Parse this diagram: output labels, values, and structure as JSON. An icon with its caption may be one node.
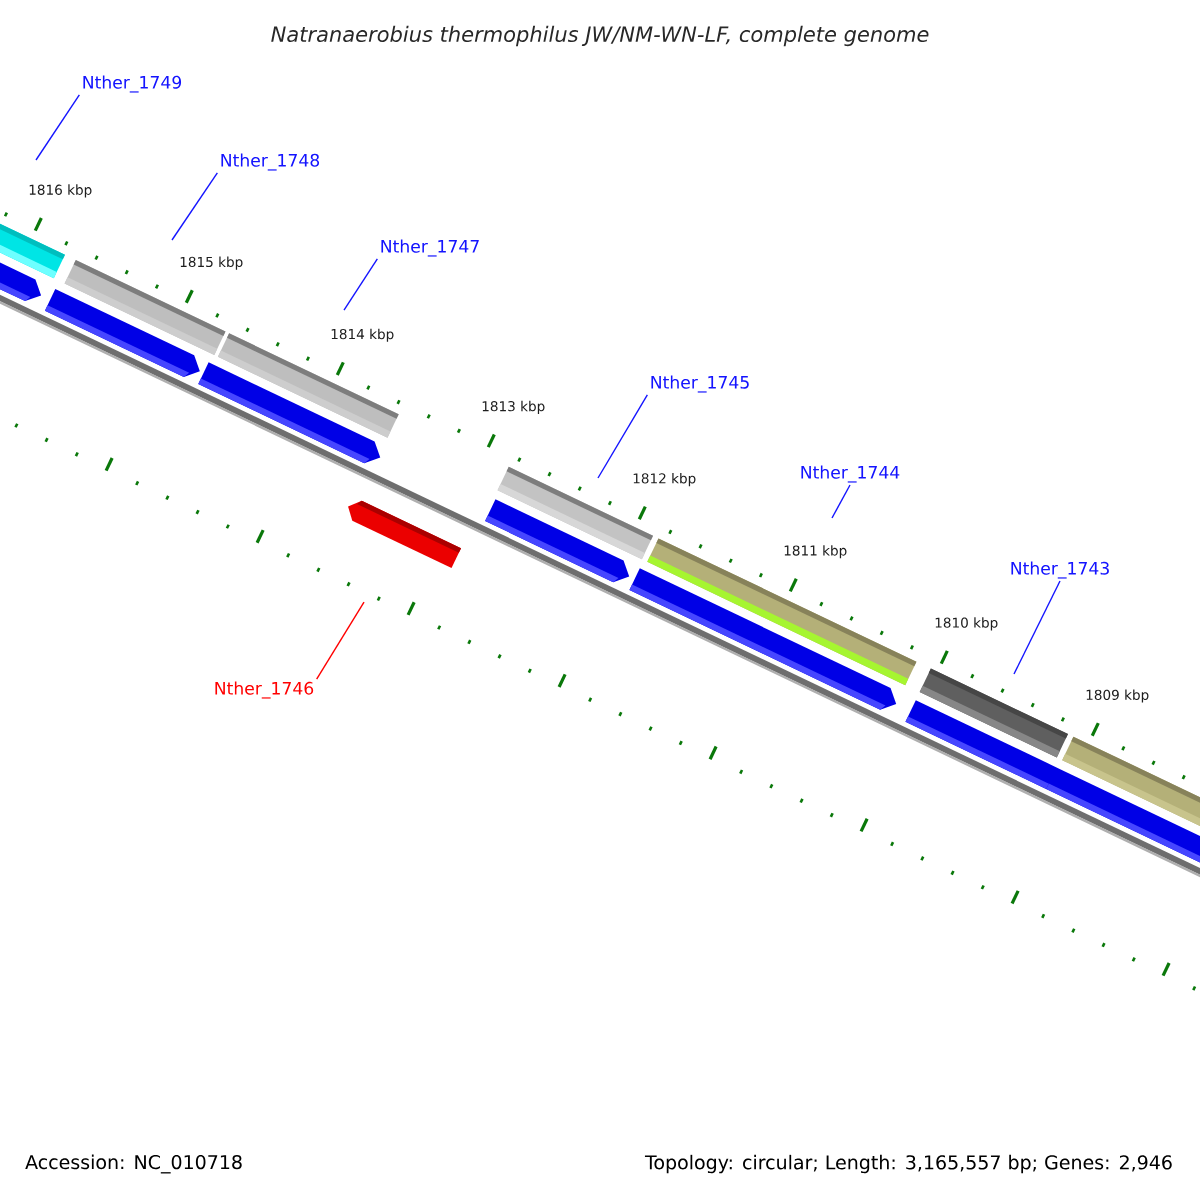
{
  "diagram": {
    "title": "Natranaerobius thermophilus JW/NM-WN-LF, complete genome",
    "nodes": [
      {
        "text": [
          "Nther_1749"
        ]
      },
      {
        "text": [
          "Nther_1748"
        ]
      },
      {
        "text": [
          "Nther_1747"
        ]
      },
      {
        "text": [
          "Nther_1745"
        ]
      },
      {
        "text": [
          "Nther_1744"
        ]
      },
      {
        "text": [
          "Nther_1743"
        ]
      },
      {
        "text": [
          "Nther_1746"
        ]
      }
    ],
    "edges": [
      {
        "from": 0,
        "to": null,
        "arrow": "none"
      },
      {
        "from": 1,
        "to": null,
        "arrow": "none"
      },
      {
        "from": 2,
        "to": null,
        "arrow": "none"
      },
      {
        "from": 3,
        "to": null,
        "arrow": "none"
      },
      {
        "from": 4,
        "to": null,
        "arrow": "none"
      },
      {
        "from": 5,
        "to": null,
        "arrow": "none"
      },
      {
        "from": 6,
        "to": null,
        "arrow": "none",
        "color": "#ff0000"
      }
    ],
    "labels": [
      "1816 kbp",
      "1815 kbp",
      "1814 kbp",
      "1813 kbp",
      "1812 kbp",
      "1811 kbp",
      "1810 kbp",
      "1809 kbp",
      "Accession: NC_010718",
      "Topology: circular; Length: 3,165,557 bp; Genes: 2,946"
    ]
  }
}
